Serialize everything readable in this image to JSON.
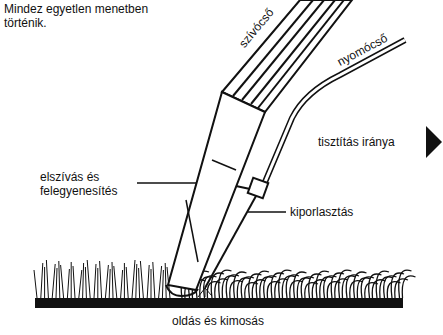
{
  "diagram": {
    "labels": [
      "Mindez egyetlen menetben történik.",
      "szívócső",
      "nyomócső",
      "tisztítás iránya",
      "elszívás és felegyenesítés",
      "kiporlasztás",
      "oldás és kimosás"
    ]
  }
}
